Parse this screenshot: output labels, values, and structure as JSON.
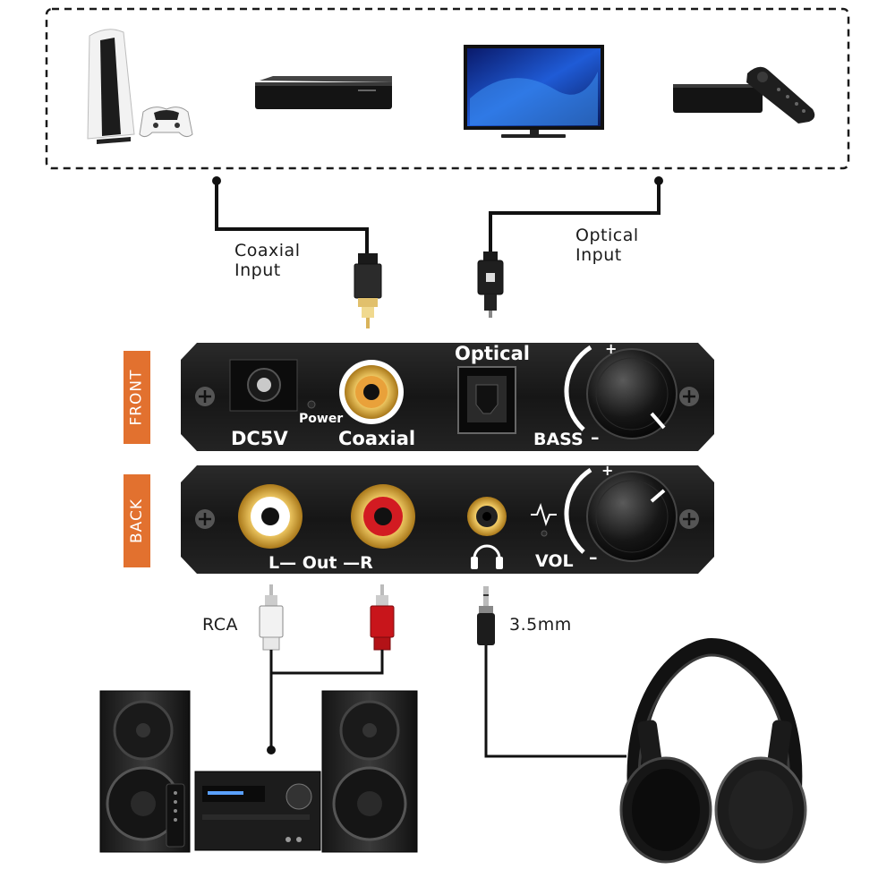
{
  "side_tags": {
    "front": "FRONT",
    "back": "BACK"
  },
  "front_panel": {
    "dc_label": "DC5V",
    "power_label": "Power",
    "coaxial_label": "Coaxial",
    "optical_label": "Optical",
    "bass_label": "BASS",
    "plus": "+",
    "minus": "–"
  },
  "back_panel": {
    "out_label": "L— Out —R",
    "vol_label": "VOL",
    "plus": "+",
    "minus": "–"
  },
  "connections": {
    "coaxial_input": "Coaxial\nInput",
    "optical_input": "Optical\nInput",
    "rca": "RCA",
    "mini_jack": "3.5mm"
  },
  "colors": {
    "tag": "#e2712f",
    "panel": "#1c1c1c",
    "gold": "#d6a52a",
    "red_plug": "#c8151b"
  },
  "icons": [
    "game-console-icon",
    "blu-ray-player-icon",
    "tv-icon",
    "streaming-box-icon",
    "headphone-icon",
    "hifi-system-icon"
  ]
}
